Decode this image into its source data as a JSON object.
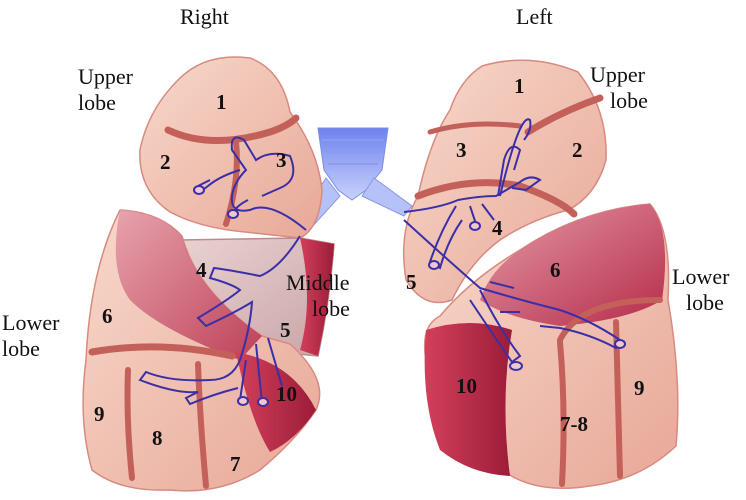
{
  "sides": {
    "right": "Right",
    "left": "Left"
  },
  "lobes": {
    "right_upper": [
      "Upper",
      "lobe"
    ],
    "right_middle": [
      "Middle",
      "lobe"
    ],
    "right_lower": [
      "Lower",
      "lobe"
    ],
    "left_upper": [
      "Upper",
      "lobe"
    ],
    "left_lower": [
      "Lower",
      "lobe"
    ]
  },
  "segments": {
    "right": {
      "s1": "1",
      "s2": "2",
      "s3": "3",
      "s4": "4",
      "s5": "5",
      "s6": "6",
      "s7": "7",
      "s8": "8",
      "s9": "9",
      "s10": "10"
    },
    "left": {
      "s1": "1",
      "s2": "2",
      "s3": "3",
      "s4": "4",
      "s5": "5",
      "s6": "6",
      "s78": "7-8",
      "s9": "9",
      "s10": "10"
    }
  },
  "colors": {
    "lung_light": "#f2c8b8",
    "lung_mid": "#e49a8e",
    "lung_dark": "#c4304f",
    "fissure": "#c4605a",
    "trachea": "#8fa0f0",
    "bronchus_line": "#3a2fa8"
  }
}
